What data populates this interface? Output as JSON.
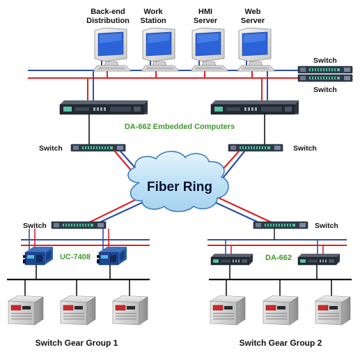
{
  "computers": [
    {
      "label_line1": "Back-end",
      "label_line2": "Distribution"
    },
    {
      "label_line1": "Work",
      "label_line2": "Station"
    },
    {
      "label_line1": "HMI",
      "label_line2": "Server"
    },
    {
      "label_line1": "Web",
      "label_line2": "Server"
    }
  ],
  "labels": {
    "switch_top_1": "Switch",
    "switch_top_2": "Switch",
    "da662_computers": "DA-662 Embedded Computers",
    "switch_mid_left": "Switch",
    "switch_mid_right": "Switch",
    "fiber_ring": "Fiber Ring",
    "switch_low_left": "Switch",
    "switch_low_right": "Switch",
    "uc7408": "UC-7408",
    "da662": "DA-662",
    "group1": "Switch Gear Group 1",
    "group2": "Switch Gear Group 2"
  },
  "colors": {
    "red_line": "#e02020",
    "blue_line": "#2a4fa8",
    "black_line": "#111111",
    "label_green": "#3f9a2a",
    "cloud_fill": "#bfe2f6",
    "cloud_stroke": "#3a7cc0"
  }
}
